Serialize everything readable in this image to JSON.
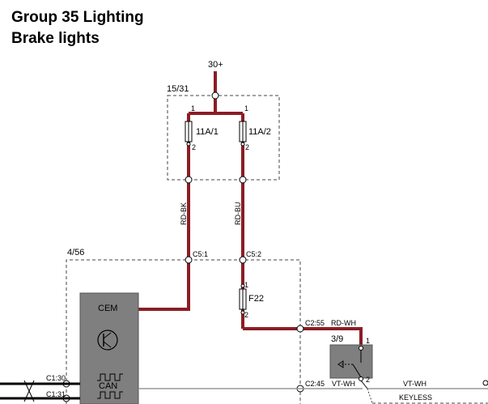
{
  "header": {
    "title": "Group 35 Lighting",
    "subtitle": "Brake lights"
  },
  "diagram": {
    "supply": "30+",
    "fuse_box_top": {
      "label": "15/31",
      "fuse_a": {
        "name": "11A/1",
        "pin_top": "1",
        "pin_bottom": "2"
      },
      "fuse_b": {
        "name": "11A/2",
        "pin_top": "1",
        "pin_bottom": "2"
      }
    },
    "wire_left": "RD-BK",
    "wire_right": "RD-BU",
    "module_box": {
      "label": "4/56",
      "conn_left": "C5:1",
      "conn_right": "C5:2",
      "fuse": {
        "name": "F22",
        "pin_top": "1",
        "pin_bottom": "2"
      },
      "cem": {
        "title": "CEM",
        "can_label": "CAN",
        "conn_1": "C1:30",
        "conn_2": "C1:31"
      },
      "conn_out_1": "C2:55",
      "conn_out_2": "C2:45"
    },
    "wire_out_1": "RD-WH",
    "wire_out_2": "VT-WH",
    "switch": {
      "label": "3/9",
      "pin_1": "1",
      "pin_2": "2"
    },
    "wire_out_3": "VT-WH",
    "keyless_label": "KEYLESS"
  },
  "colors": {
    "wire": "#8b1d24",
    "module": "#7f7f7f",
    "dash": "#444444"
  }
}
